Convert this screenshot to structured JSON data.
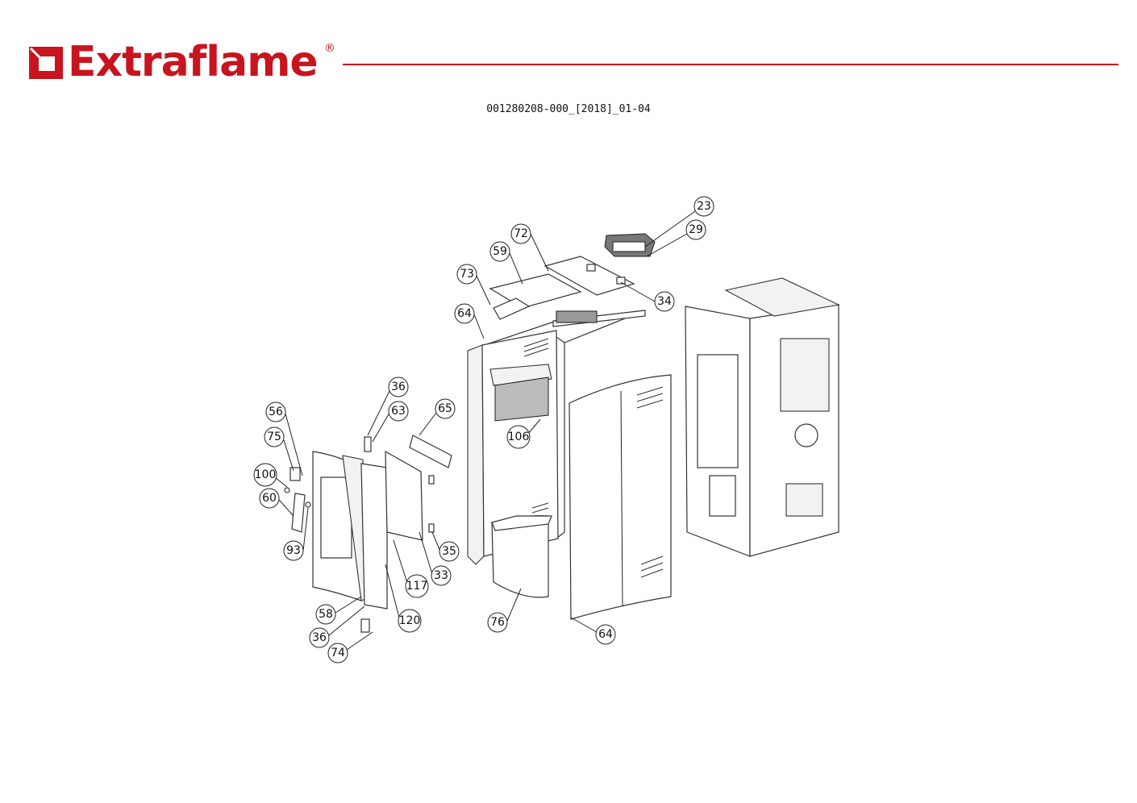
{
  "brand": {
    "name": "Extraflame",
    "registered": "®",
    "color": "#c8141e"
  },
  "document_code": "001280208-000_[2018]_01-04",
  "callouts": [
    "23",
    "29",
    "72",
    "59",
    "73",
    "34",
    "64",
    "36",
    "63",
    "65",
    "56",
    "75",
    "106",
    "100",
    "60",
    "35",
    "93",
    "33",
    "117",
    "58",
    "120",
    "76",
    "36",
    "64",
    "74"
  ]
}
